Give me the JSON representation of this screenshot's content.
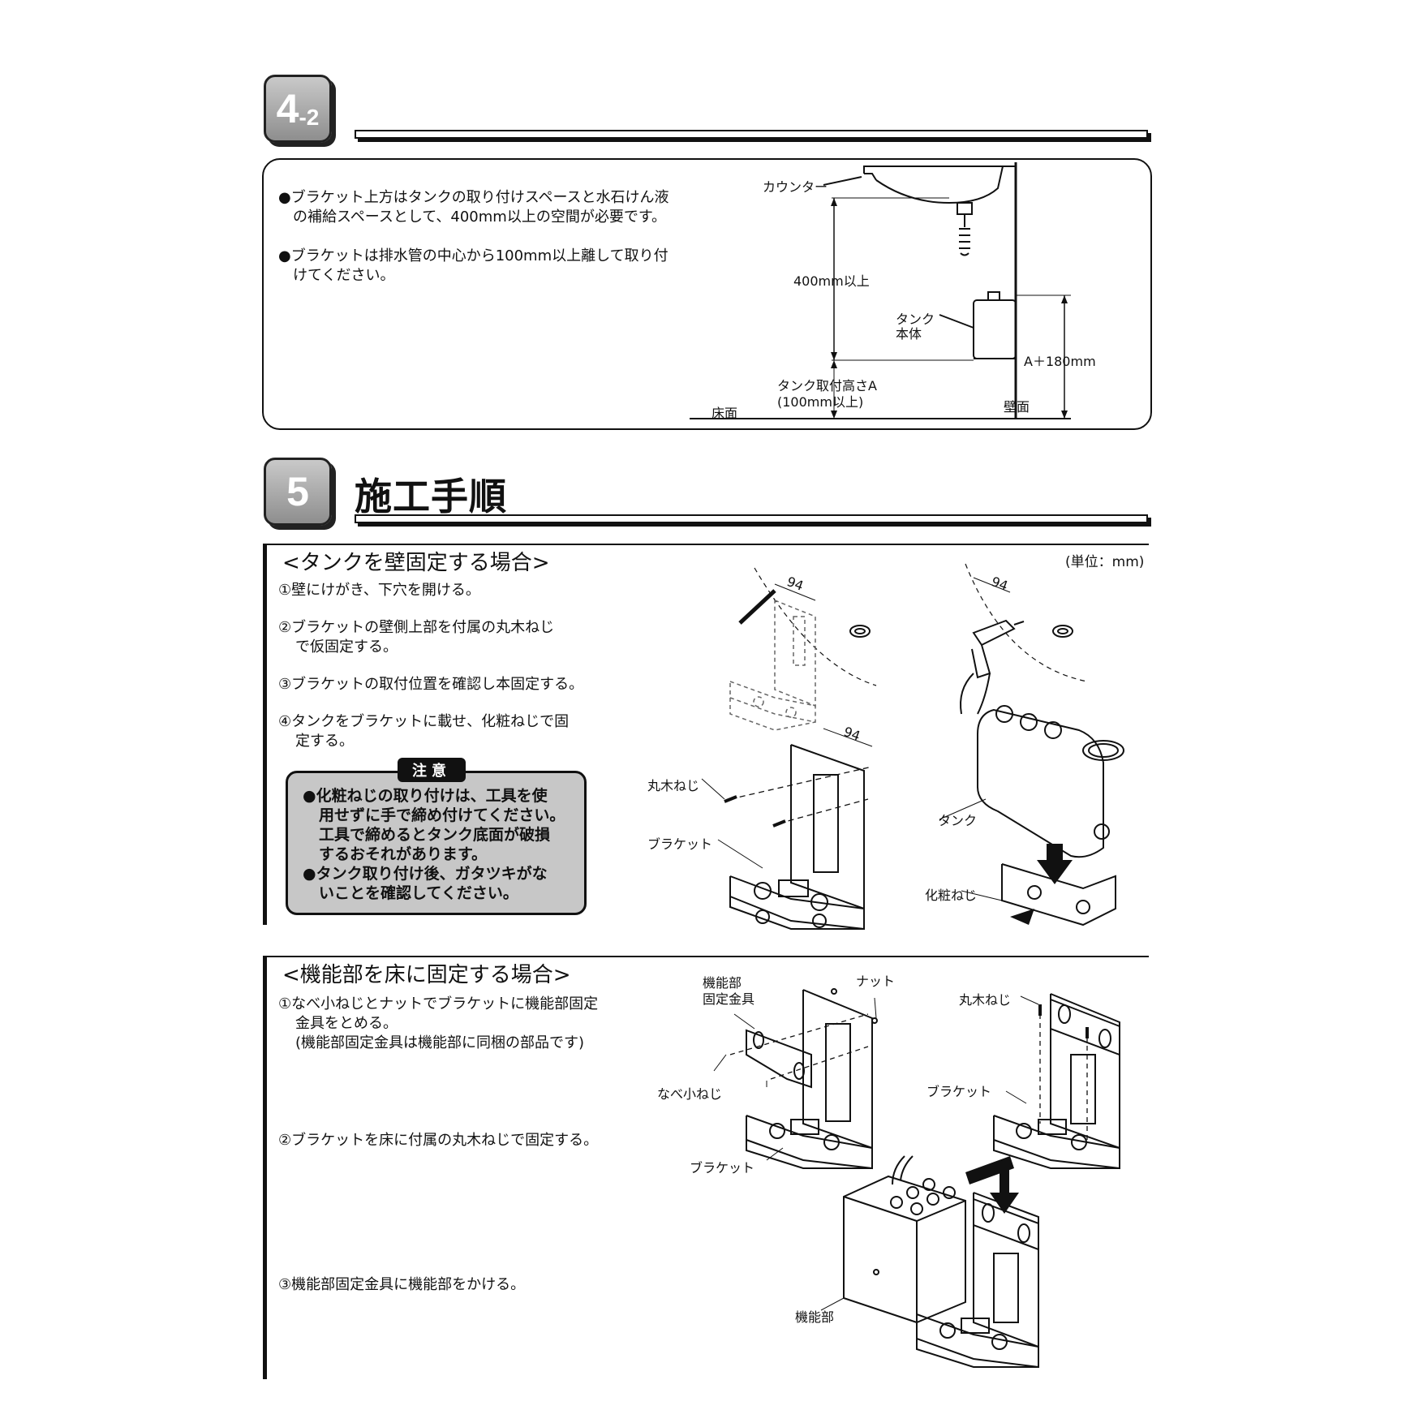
{
  "section_4_2": {
    "badge_main": "4",
    "badge_sub": "-2",
    "bullet1_line1": "●ブラケット上方はタンクの取り付けスペースと水石けん液",
    "bullet1_line2": "の補給スペースとして、400mm以上の空間が必要です。",
    "bullet2_line1": "●ブラケットは排水管の中心から100mm以上離して取り付",
    "bullet2_line2": "けてください。",
    "diagram": {
      "counter": "カウンター",
      "space": "400mm以上",
      "tank_line1": "タンク",
      "tank_line2": "本体",
      "height_a": "A＋180mm",
      "mount_line1": "タンク取付高さA",
      "mount_line2": "(100mm以上)",
      "floor": "床面",
      "wall": "壁面"
    }
  },
  "section_5": {
    "badge": "5",
    "title": "施工手順",
    "wall_case": {
      "heading": "<タンクを壁固定する場合>",
      "unit": "(単位：mm)",
      "step1": "①壁にけがき、下穴を開ける。",
      "step2_line1": "②ブラケットの壁側上部を付属の丸木ねじ",
      "step2_line2": "で仮固定する。",
      "step3": "③ブラケットの取付位置を確認し本固定する。",
      "step4_line1": "④タンクをブラケットに載せ、化粧ねじで固",
      "step4_line2": "定する。",
      "caution_title": "注意",
      "caution_lines": [
        "●化粧ねじの取り付けは、工具を使",
        "用せずに手で締め付けてください。",
        "工具で締めるとタンク底面が破損",
        "するおそれがあります。",
        "●タンク取り付け後、ガタツキがな",
        "いことを確認してください。"
      ],
      "dim1": "94",
      "dim2": "94",
      "dim3": "94",
      "label_screw": "丸木ねじ",
      "label_bracket": "ブラケット",
      "label_tank": "タンク",
      "label_deco_screw": "化粧ねじ"
    },
    "floor_case": {
      "heading": "<機能部を床に固定する場合>",
      "step1_line1": "①なべ小ねじとナットでブラケットに機能部固定",
      "step1_line2": "金具をとめる。",
      "step1_line3": "(機能部固定金具は機能部に同梱の部品です)",
      "step2": "②ブラケットを床に付属の丸木ねじで固定する。",
      "step3": "③機能部固定金具に機能部をかける。",
      "label_fixture_line1": "機能部",
      "label_fixture_line2": "固定金具",
      "label_nut": "ナット",
      "label_pan_screw": "なべ小ねじ",
      "label_bracket_a": "ブラケット",
      "label_wood_screw": "丸木ねじ",
      "label_bracket_b": "ブラケット",
      "label_unit": "機能部"
    }
  }
}
